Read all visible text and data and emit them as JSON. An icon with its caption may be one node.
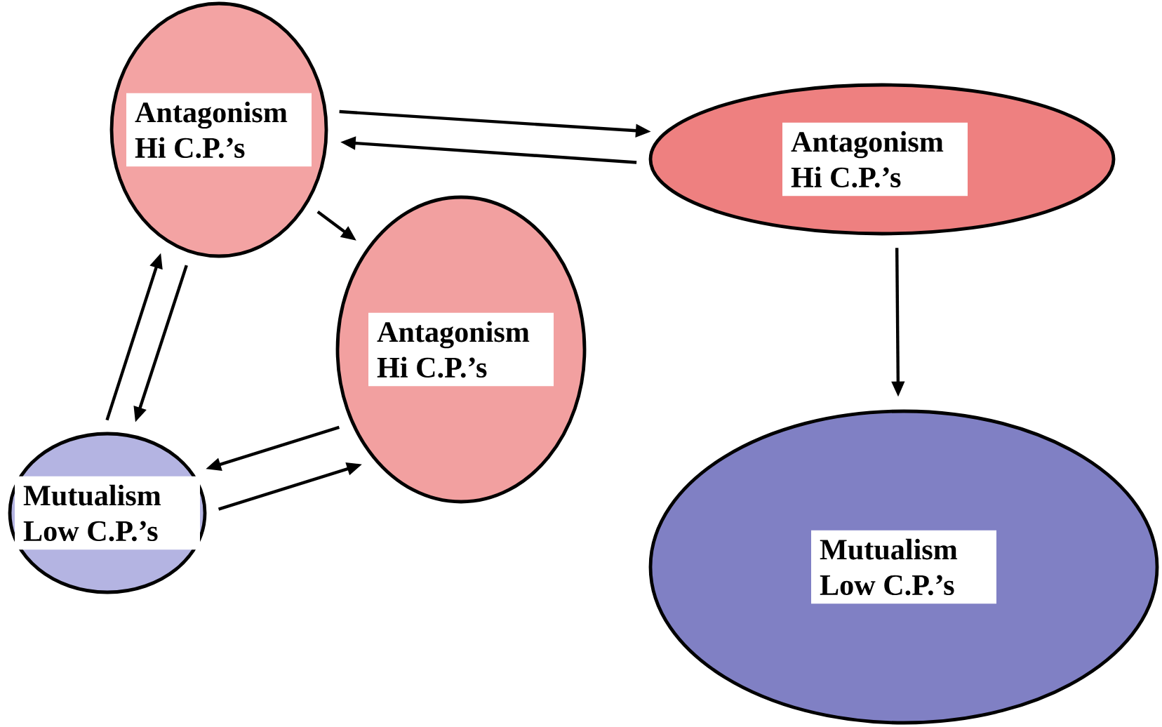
{
  "diagram": {
    "nodes": [
      {
        "text": [
          "Antagonism Hi C.P.’s"
        ]
      },
      {
        "text": [
          "Antagonism Hi C.P.’s"
        ]
      },
      {
        "text": [
          "Antagonism Hi C.P.’s"
        ]
      },
      {
        "text": [
          "Mutualism Low C.P.’s"
        ]
      },
      {
        "text": [
          "Mutualism Low C.P.’s"
        ]
      }
    ],
    "edges": [
      {
        "from": 0,
        "to": 1,
        "arrow": "to"
      },
      {
        "from": 1,
        "to": 0,
        "arrow": "to"
      },
      {
        "from": 0,
        "to": 2,
        "arrow": "to"
      },
      {
        "from": 0,
        "to": 3,
        "arrow": "to"
      },
      {
        "from": 3,
        "to": 0,
        "arrow": "to"
      },
      {
        "from": 2,
        "to": 3,
        "arrow": "to"
      },
      {
        "from": 3,
        "to": 2,
        "arrow": "to"
      },
      {
        "from": 1,
        "to": 4,
        "arrow": "to"
      }
    ]
  }
}
